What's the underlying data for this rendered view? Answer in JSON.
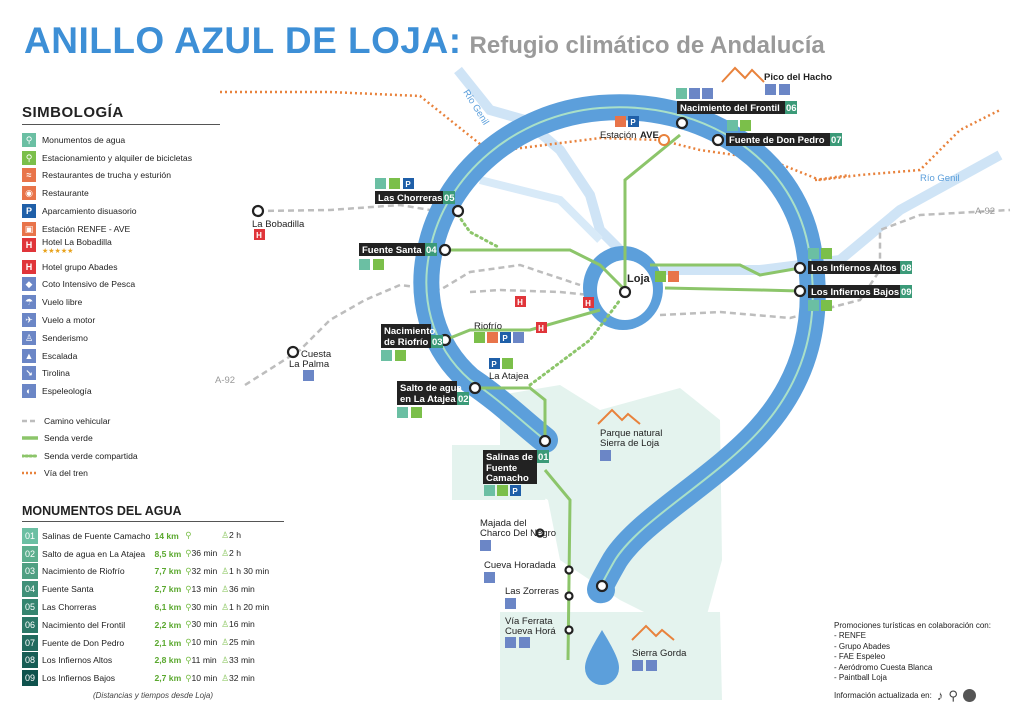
{
  "title": {
    "main": "ANILLO AZUL DE LOJA:",
    "sub": "Refugio climático de Andalucía"
  },
  "legend": {
    "heading": "SIMBOLOGÍA",
    "items": [
      {
        "label": "Monumentos de agua",
        "icon": "water-drop-icon",
        "color": "#6bbfa3",
        "glyph": "⚲"
      },
      {
        "label": "Estacionamiento y alquiler de bicicletas",
        "icon": "bicycle-icon",
        "color": "#7bbf4a",
        "glyph": "⚲"
      },
      {
        "label": "Restaurantes de trucha y esturión",
        "icon": "fish-restaurant-icon",
        "color": "#e8744a",
        "glyph": "≈"
      },
      {
        "label": "Restaurante",
        "icon": "restaurant-icon",
        "color": "#e8744a",
        "glyph": "◉"
      },
      {
        "label": "Aparcamiento disuasorio",
        "icon": "parking-icon",
        "color": "#1f5fa8",
        "glyph": "P"
      },
      {
        "label": "Estación RENFE - AVE",
        "icon": "train-icon",
        "color": "#e8744a",
        "glyph": "▣"
      },
      {
        "label": "Hotel La Bobadilla",
        "stars": "★★★★★",
        "icon": "hotel-bobadilla-icon",
        "color": "#e0353a",
        "glyph": "H"
      },
      {
        "label": "Hotel grupo Abades",
        "icon": "hotel-icon",
        "color": "#e0353a",
        "glyph": "H"
      },
      {
        "label": "Coto Intensivo de Pesca",
        "icon": "fishing-icon",
        "color": "#6b86c6",
        "glyph": "◆"
      },
      {
        "label": "Vuelo libre",
        "icon": "paraglider-icon",
        "color": "#6b86c6",
        "glyph": "☂"
      },
      {
        "label": "Vuelo a motor",
        "icon": "plane-icon",
        "color": "#6b86c6",
        "glyph": "✈"
      },
      {
        "label": "Senderismo",
        "icon": "hiking-icon",
        "color": "#6b86c6",
        "glyph": "🚶"
      },
      {
        "label": "Escalada",
        "icon": "climbing-icon",
        "color": "#6b86c6",
        "glyph": "⛰"
      },
      {
        "label": "Tirolina",
        "icon": "zipline-icon",
        "color": "#6b86c6",
        "glyph": "⇘"
      },
      {
        "label": "Espeleología",
        "icon": "caving-icon",
        "color": "#6b86c6",
        "glyph": "◐"
      }
    ],
    "lines": [
      {
        "label": "Camino vehicular"
      },
      {
        "label": "Senda verde"
      },
      {
        "label": "Senda verde compartida"
      },
      {
        "label": "Vía del tren"
      }
    ]
  },
  "monuments_table": {
    "heading": "MONUMENTOS DEL AGUA",
    "rows": [
      {
        "num": "01",
        "name": "Salinas de Fuente Camacho",
        "km": "14 km",
        "bike": "",
        "walk": "2 h"
      },
      {
        "num": "02",
        "name": "Salto de agua en La Atajea",
        "km": "8,5 km",
        "bike": "36 min",
        "walk": "2 h"
      },
      {
        "num": "03",
        "name": "Nacimiento de Riofrío",
        "km": "7,7 km",
        "bike": "32 min",
        "walk": "1 h 30 min"
      },
      {
        "num": "04",
        "name": "Fuente Santa",
        "km": "2,7 km",
        "bike": "13 min",
        "walk": "36 min"
      },
      {
        "num": "05",
        "name": "Las Chorreras",
        "km": "6,1 km",
        "bike": "30 min",
        "walk": "1 h 20 min"
      },
      {
        "num": "06",
        "name": "Nacimiento del Frontil",
        "km": "2,2 km",
        "bike": "30 min",
        "walk": "16 min"
      },
      {
        "num": "07",
        "name": "Fuente de Don Pedro",
        "km": "2,1 km",
        "bike": "10 min",
        "walk": "25 min"
      },
      {
        "num": "08",
        "name": "Los Infiernos Altos",
        "km": "2,8 km",
        "bike": "11 min",
        "walk": "33 min"
      },
      {
        "num": "09",
        "name": "Los Infiernos Bajos",
        "km": "2,7 km",
        "bike": "10 min",
        "walk": "32 min"
      }
    ],
    "note": "(Distancias y tiempos desde Loja)",
    "row_colors": [
      "#6bbfa3",
      "#5cae8e",
      "#4f9f82",
      "#3f9078",
      "#35846f",
      "#2b7767",
      "#216a5e",
      "#175d55",
      "#0f524d"
    ]
  },
  "map": {
    "stations": {
      "frontil": {
        "name": "Nacimiento del Frontil",
        "num": "06"
      },
      "don_pedro": {
        "name": "Fuente de Don Pedro",
        "num": "07"
      },
      "chorreras": {
        "name": "Las Chorreras",
        "num": "05"
      },
      "fuente_santa": {
        "name": "Fuente Santa",
        "num": "04"
      },
      "riofrio": {
        "name_1": "Nacimiento",
        "name_2": "de Riofrío",
        "num": "03"
      },
      "atajea": {
        "name_1": "Salto de agua",
        "name_2": "en La Atajea",
        "num": "02"
      },
      "salinas": {
        "name_1": "Salinas de",
        "name_2": "Fuente",
        "name_3": "Camacho",
        "num": "01"
      },
      "inf_altos": {
        "name": "Los Infiernos Altos",
        "num": "08"
      },
      "inf_bajos": {
        "name": "Los Infiernos Bajos",
        "num": "09"
      }
    },
    "places": {
      "pico_hacho": "Pico del Hacho",
      "estacion": "Estación",
      "ave": "AVE",
      "la_bobadilla": "La Bobadilla",
      "loja": "Loja",
      "cuesta_1": "Cuesta",
      "cuesta_2": "La Palma",
      "riofrio_town": "Riofrío",
      "la_atajea": "La Atajea",
      "parque_1": "Parque natural",
      "parque_2": "Sierra de Loja",
      "majada_1": "Majada del",
      "majada_2": "Charco Del Negro",
      "cueva_horadada": "Cueva Horadada",
      "las_zorreras": "Las Zorreras",
      "via_ferrata_1": "Vía Ferrata",
      "via_ferrata_2": "Cueva Horá",
      "sierra_gorda": "Sierra Gorda",
      "rio_genil_1": "Río Genil",
      "rio_genil_2": "Río Genil",
      "a92_left": "A-92",
      "a92_right": "A-92"
    }
  },
  "promo": {
    "heading": "Promociones turísticas en colaboración con:",
    "items": [
      "- RENFE",
      "- Grupo Abades",
      "- FAE Espeleo",
      "- Aeródromo Cuesta Blanca",
      "- Paintball Loja"
    ],
    "updated": "Información actualizada en:",
    "social_icons": [
      "tiktok-icon",
      "google-maps-icon",
      "wikiloc-icon"
    ]
  },
  "colors": {
    "ring": "#5c9fdb",
    "green": "#8cc56a",
    "rail": "#e8823c",
    "road": "#bdbdbd",
    "park": "#e4f3ee",
    "river": "#cfe4f6"
  }
}
